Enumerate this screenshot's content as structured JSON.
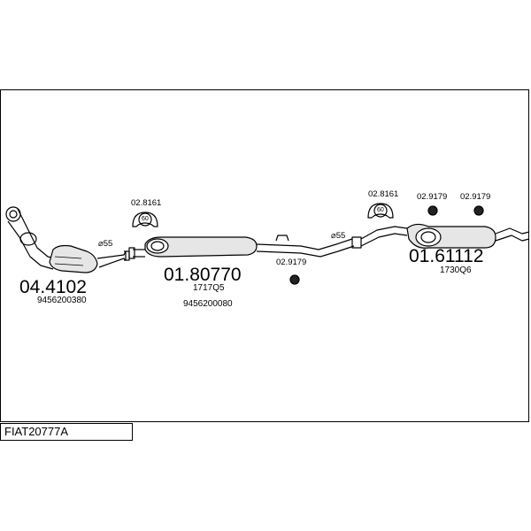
{
  "diagram": {
    "code": "FIAT20777A",
    "parts": [
      {
        "number": "04.4102",
        "oem": [
          "9456200380"
        ]
      },
      {
        "number": "01.80770",
        "oem": [
          "1717Q5",
          "9456200080"
        ]
      },
      {
        "number": "01.61112",
        "oem": [
          "1730Q6"
        ]
      }
    ],
    "accessories": [
      {
        "number": "02.8161",
        "badge": "60"
      },
      {
        "number": "02.8161",
        "badge": "60"
      },
      {
        "number": "02.9179"
      },
      {
        "number": "02.9179"
      },
      {
        "number": "02.9179"
      }
    ],
    "diameters": [
      "⌀55",
      "⌀55"
    ]
  }
}
